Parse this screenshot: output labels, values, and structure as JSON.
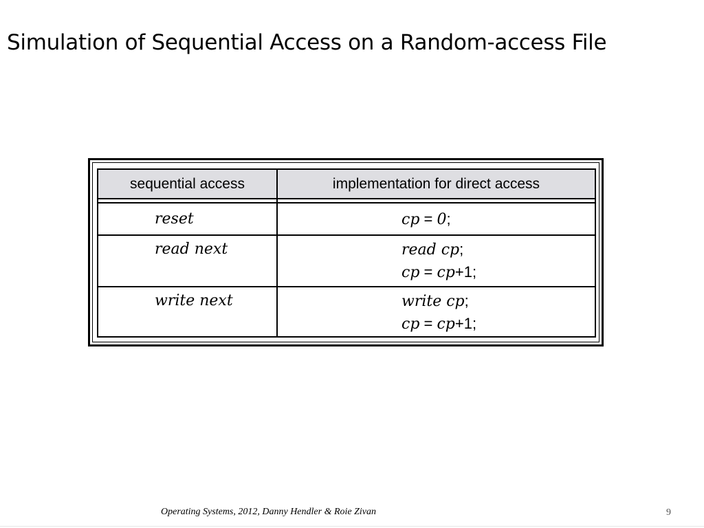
{
  "slide": {
    "title": "Simulation of Sequential Access on a Random-access File",
    "footer": "Operating Systems, 2012, Danny Hendler & Roie Zivan",
    "page_number": "9"
  },
  "table": {
    "headers": [
      "sequential access",
      "implementation for direct access"
    ],
    "rows": [
      {
        "sequential": "reset",
        "implementation": [
          {
            "i1": "cp",
            "op": " = ",
            "i2": "0",
            "tail": ";"
          }
        ]
      },
      {
        "sequential": "read next",
        "implementation": [
          {
            "i1": "read cp",
            "tail": ";"
          },
          {
            "i1": "cp",
            "op": " = ",
            "i2": "cp",
            "tail": "+1;"
          }
        ]
      },
      {
        "sequential": "write next",
        "implementation": [
          {
            "i1": "write cp",
            "tail": ";"
          },
          {
            "i1": "cp",
            "op": " = ",
            "i2": "cp",
            "tail": "+1;"
          }
        ]
      }
    ]
  }
}
